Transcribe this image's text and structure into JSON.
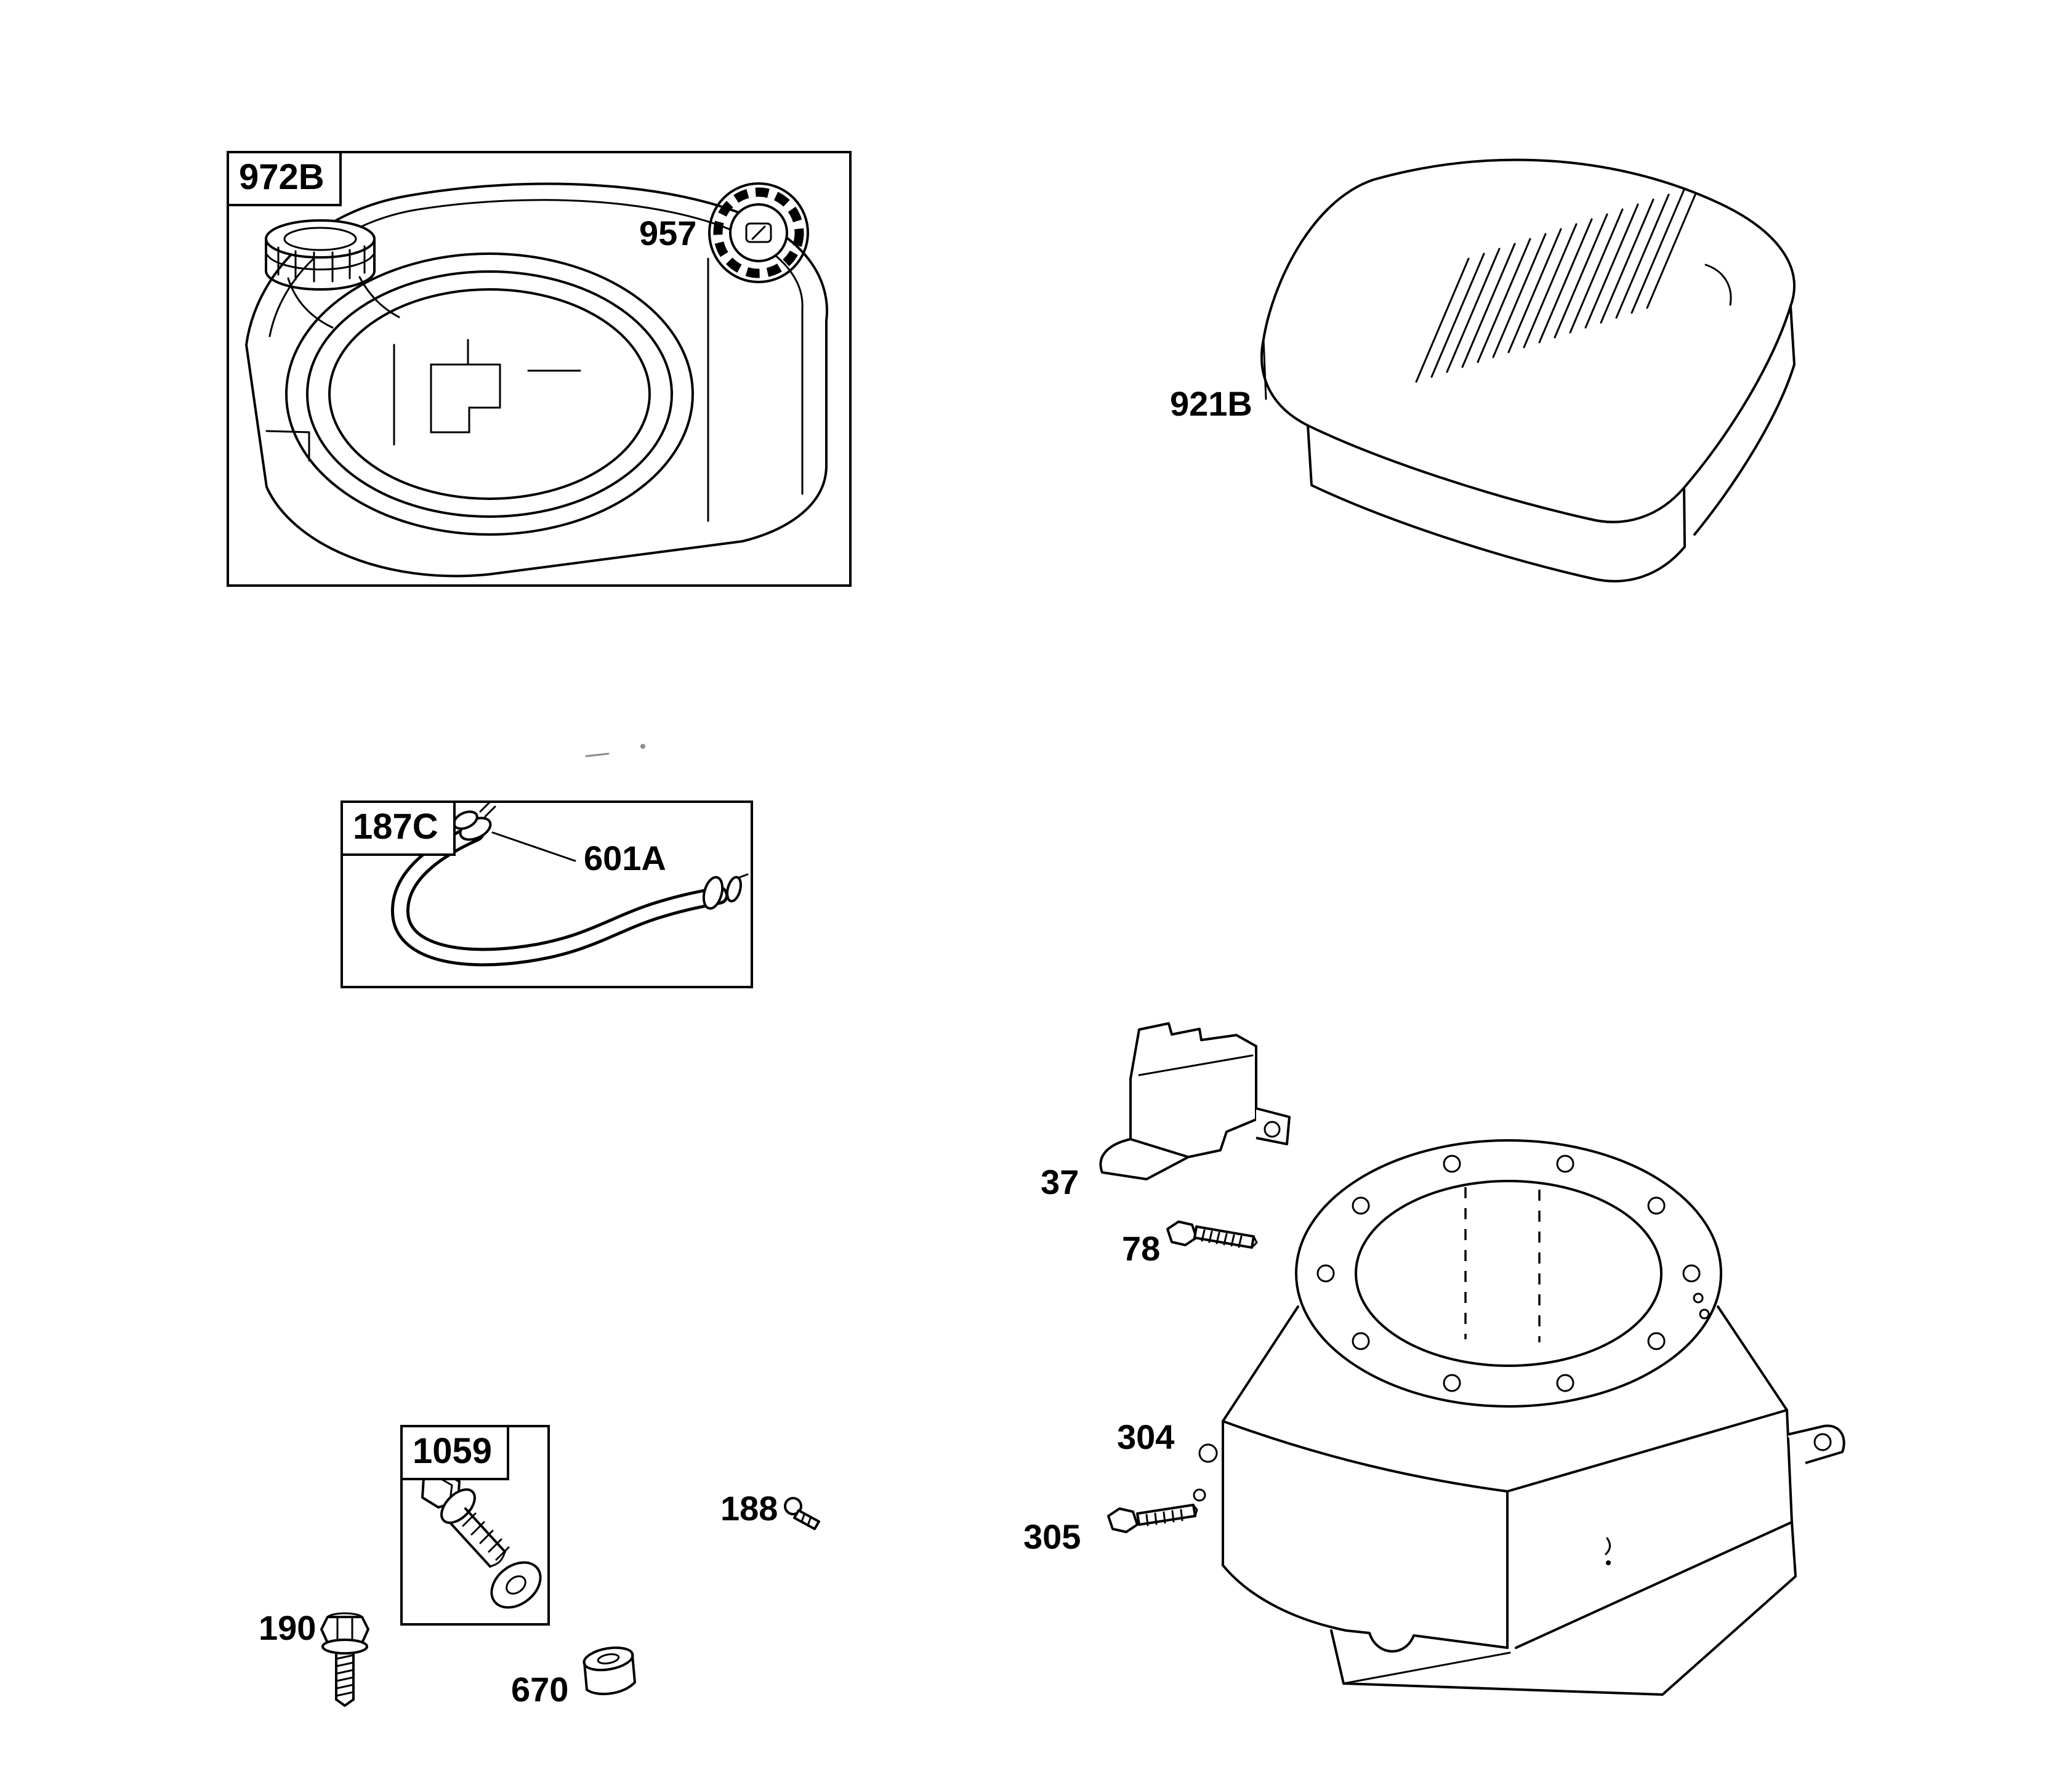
{
  "diagram": {
    "kind": "engine-parts-exploded-diagram",
    "background_color": "#ffffff",
    "line_color": "#000000",
    "groups": {
      "fuel_tank_assembly": {
        "box_label": "972B"
      },
      "fuel_cap": {
        "label": "957"
      },
      "blower_housing_cover": {
        "label": "921B"
      },
      "fuel_line_assembly": {
        "box_label": "187C",
        "clamp_label": "601A"
      },
      "cylinder_baffle": {
        "label": "37"
      },
      "screw_78": {
        "label": "78"
      },
      "blower_housing": {
        "label": "304"
      },
      "screw_305": {
        "label": "305"
      },
      "bolt_kit": {
        "box_label": "1059"
      },
      "screw_188": {
        "label": "188"
      },
      "bolt_190": {
        "label": "190"
      },
      "spacer_670": {
        "label": "670"
      }
    }
  }
}
